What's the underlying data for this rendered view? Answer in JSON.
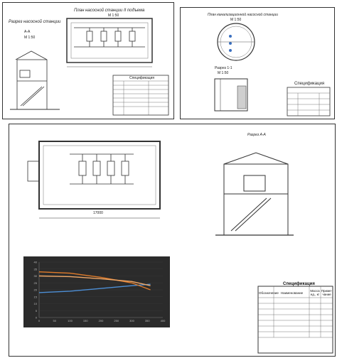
{
  "sheet1": {
    "title_plan": "План насосной станции II подъема",
    "scale_plan": "М 1:50",
    "title_section": "Разрез насосной станции",
    "section_mark": "А-А",
    "scale_section": "М 1:50",
    "spec_title": "Спецификация"
  },
  "sheet2": {
    "title": "План канализационной насосной станции",
    "scale": "М 1:50",
    "section_title": "Разрез 1-1",
    "section_scale": "М 1:50",
    "spec_title": "Спецификация"
  },
  "sheet3": {
    "dimension_total": "17000",
    "section_label": "Разрез А-А",
    "spec_title": "Спецификация",
    "spec_headers": [
      "Обозначение",
      "Наименование",
      "Масса ед., кг",
      "Приме-чание"
    ]
  },
  "chart_data": {
    "type": "line",
    "background": "#2b2b2b",
    "y_ticks": [
      "40",
      "35",
      "30",
      "25",
      "20",
      "15",
      "10",
      "5",
      "0"
    ],
    "x_ticks": [
      "0",
      "50",
      "100",
      "150",
      "200",
      "250",
      "300",
      "350",
      "400"
    ],
    "ylim": [
      0,
      40
    ],
    "xlim": [
      0,
      400
    ],
    "series": [
      {
        "color": "#4d8fd6",
        "x": [
          0,
          100,
          200,
          300,
          360
        ],
        "y": [
          18,
          19,
          21,
          23,
          24
        ]
      },
      {
        "color": "#e07b2a",
        "x": [
          0,
          100,
          200,
          300,
          360
        ],
        "y": [
          33,
          32,
          29,
          25,
          20
        ]
      },
      {
        "color": "#f0a868",
        "x": [
          0,
          100,
          200,
          300,
          360
        ],
        "y": [
          30,
          29.5,
          28,
          26,
          23
        ]
      }
    ]
  }
}
